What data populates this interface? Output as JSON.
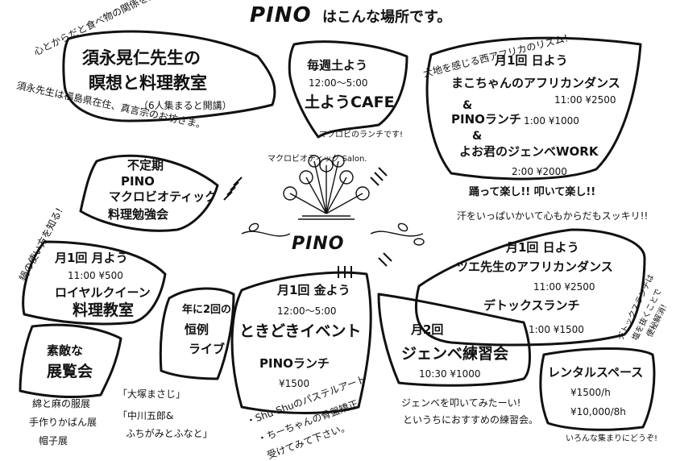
{
  "header": {
    "logo": "PINO",
    "tagline": "はこんな場所です。"
  },
  "leaves": {
    "meditation": {
      "top_note": "心とからだと食べ物の関係を陰陽で探る!!",
      "line1": "須永晃仁先生の",
      "line2": "瞑想と料理教室",
      "note": "（6人集まると開講）",
      "bottom_note": "須永先生は福島県在住、真言宗のお坊さま。"
    },
    "cafe": {
      "line1": "毎週土よう",
      "time": "12:00〜5:00",
      "line2": "土ようCAFE",
      "note": "マクロビのランチです!"
    },
    "african_dance": {
      "top_note": "大地を感じる西アフリカのリズム!",
      "head": "月1回 日よう",
      "line1": "まこちゃんのアフリカンダンス",
      "line1_detail": "11:00 ¥2500",
      "amp1": "&",
      "line2": "PINOランチ",
      "line2_detail": "1:00 ¥1000",
      "amp2": "&",
      "line3": "よお君のジェンベWORK",
      "line3_detail": "2:00 ¥2000",
      "bottom_note": "踊って楽し!! 叩いて楽し!!",
      "bottom_note2": "汗をいっぱいかいて心もからだもスッキリ!!"
    },
    "study": {
      "line1": "不定期",
      "line2": "PINO",
      "line3": "マクロビオティック",
      "line4": "料理勉強会"
    },
    "royal": {
      "side_note": "鍋の使い方を知る!",
      "head": "月1回 月よう",
      "detail": "11:00 ¥500",
      "line1": "ロイヤルクイーン",
      "line2": "料理教室"
    },
    "live": {
      "line1": "年に2回の",
      "line2": "恒例",
      "line3": "ライブ",
      "perf1": "「大塚まさじ」",
      "perf2": "「中川五郎&",
      "perf3": "ふちがみとふなと」"
    },
    "exhibit": {
      "line1": "素敵な",
      "line2": "展覧会",
      "list1": "綿と麻の服展",
      "list2": "手作りかばん展",
      "list3": "帽子展"
    },
    "event": {
      "head": "月1回 金よう",
      "time": "12:00〜5:00",
      "line1": "ときどきイベント",
      "line2": "PINOランチ",
      "price": "¥1500",
      "bullet1": "・Shu-Shuのパステルアート",
      "bullet2": "・ちーちゃんの骨盤矯正",
      "bullet3": "受けてみて下さい。"
    },
    "tsue": {
      "head": "月1回 日よう",
      "line1": "ツエ先生のアフリカンダンス",
      "detail": "11:00 ¥2500",
      "line2": "デトックスランチ",
      "detail2": "1:00 ¥1500",
      "side_note1": "デトックスランチは",
      "side_note2": "塩を抜くことで",
      "side_note3": "便秘解消!"
    },
    "djembe": {
      "head": "月2回",
      "line1": "ジェンベ練習会",
      "detail": "10:30 ¥1000",
      "bottom1": "ジェンベを叩いてみたーい!",
      "bottom2": "というちにおすすめの練習会。"
    },
    "rental": {
      "line1": "レンタルスペース",
      "detail1": "¥1500/h",
      "detail2": "¥10,000/8h",
      "note": "いろんな集まりにどうぞ!"
    }
  },
  "center": {
    "salon_label": "マクロビオティック Salon.",
    "name": "PINO"
  }
}
